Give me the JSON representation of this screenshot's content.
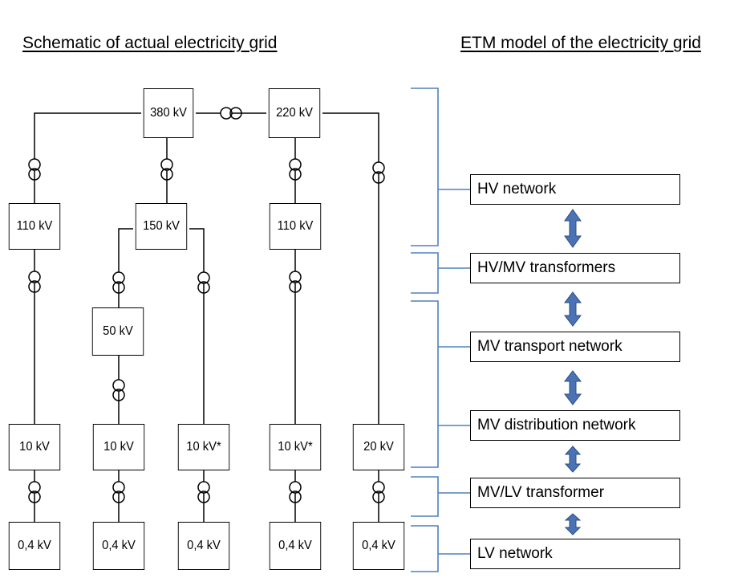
{
  "titles": {
    "left": "Schematic of actual electricity grid",
    "right": "ETM model of the electricity grid"
  },
  "nodes": {
    "kv380": "380 kV",
    "kv220": "220 kV",
    "kv110_a": "110 kV",
    "kv150": "150 kV",
    "kv110_b": "110 kV",
    "kv50": "50 kV",
    "kv10_a": "10 kV",
    "kv10_b": "10 kV",
    "kv10_star_a": "10 kV*",
    "kv10_star_b": "10 kV*",
    "kv20": "20 kV",
    "lv1": "0,4 kV",
    "lv2": "0,4 kV",
    "lv3": "0,4 kV",
    "lv4": "0,4 kV",
    "lv5": "0,4 kV"
  },
  "etm_levels": [
    {
      "label": "HV network"
    },
    {
      "label": "HV/MV transformers"
    },
    {
      "label": "MV transport network"
    },
    {
      "label": "MV distribution network"
    },
    {
      "label": "MV/LV transformer"
    },
    {
      "label": "LV network"
    }
  ],
  "colors": {
    "bracket": "#4f81bd",
    "arrow_fill": "#4a72b5",
    "arrow_stroke": "#2c4d80",
    "line": "#000000"
  },
  "icons": {
    "transformer": "transformer-icon",
    "double_arrow": "double-arrow-icon",
    "bracket": "bracket-icon"
  }
}
